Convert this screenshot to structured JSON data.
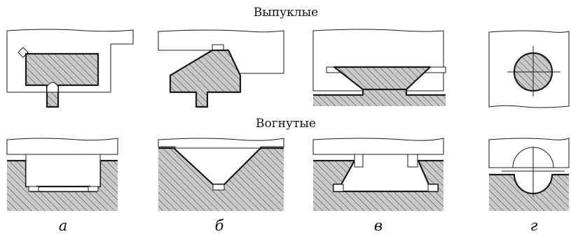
{
  "headings": {
    "convex": "Выпуклые",
    "concave": "Вогнутые"
  },
  "labels": {
    "a": "а",
    "b": "б",
    "v": "в",
    "g": "г"
  },
  "colors": {
    "hatch_background": "#c9c9c9",
    "outline": "#1a1a1a"
  }
}
